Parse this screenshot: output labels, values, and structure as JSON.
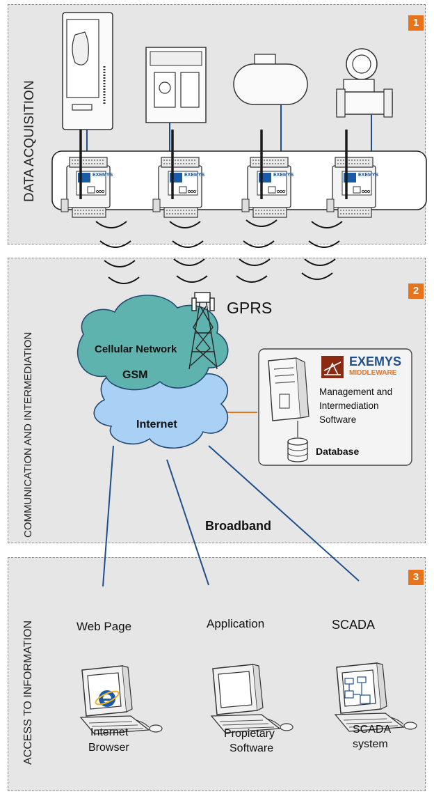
{
  "sections": [
    {
      "number": "1",
      "label": "DATA ACQUISITION"
    },
    {
      "number": "2",
      "label": "COMMUNICATION AND INTERMEDIATION"
    },
    {
      "number": "3",
      "label": "ACCESS TO INFORMATION"
    }
  ],
  "network": {
    "gprs": "GPRS",
    "cellular": "Cellular Network",
    "gsm": "GSM",
    "internet": "Internet",
    "broadband": "Broadband"
  },
  "middleware": {
    "brand": "EXEMYS",
    "product": "MIDDLEWARE",
    "description_line1": "Management and",
    "description_line2": "Intermediation",
    "description_line3": "Software",
    "database": "Database"
  },
  "device_brand": "EXEMYS",
  "clients": [
    {
      "title": "Web Page",
      "caption_line1": "Internet",
      "caption_line2": "Browser"
    },
    {
      "title": "Application",
      "caption_line1": "Propietary",
      "caption_line2": "Software"
    },
    {
      "title": "SCADA",
      "caption_line1": "SCADA",
      "caption_line2": "system"
    }
  ],
  "colors": {
    "accent": "#e8731a",
    "cellular_cloud": "#5fb3ae",
    "internet_cloud": "#a9d0f5",
    "link_line": "#1f4f8a",
    "middleware_brand": "#8b2a12"
  }
}
